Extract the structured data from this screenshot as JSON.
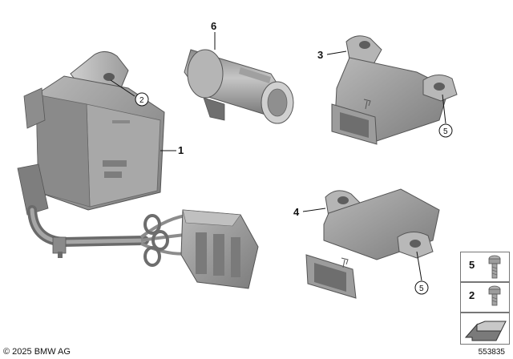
{
  "callouts": {
    "item1": "1",
    "item2": "2",
    "item3": "3",
    "item4": "4",
    "item5a": "5",
    "item5b": "5",
    "item6": "6"
  },
  "legend": {
    "screw_long_no": "5",
    "screw_short_no": "2"
  },
  "footer": {
    "copyright": "© 2025 BMW AG",
    "diagram_number": "553835"
  },
  "colors": {
    "part_fill": "#9a9a9a",
    "part_shade": "#6e6e6e",
    "part_light": "#c4c4c4",
    "line": "#111111"
  }
}
